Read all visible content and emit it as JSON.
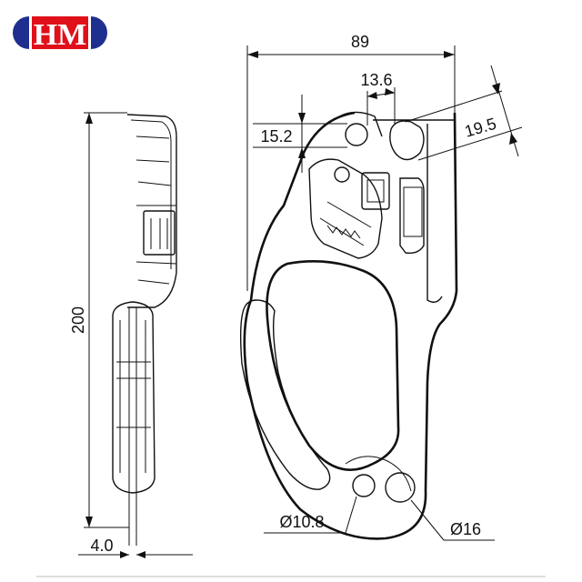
{
  "logo": {
    "text": "HM",
    "colors": {
      "blue": "#1f2f8f",
      "red": "#e0101b",
      "white": "#ffffff"
    }
  },
  "dimensions": {
    "width": "89",
    "height": "200",
    "thickness": "4.0",
    "slot_width": "13.6",
    "slot_height": "15.2",
    "slot_offset": "19.5",
    "hole_small": "Ø10.8",
    "hole_large": "Ø16"
  }
}
